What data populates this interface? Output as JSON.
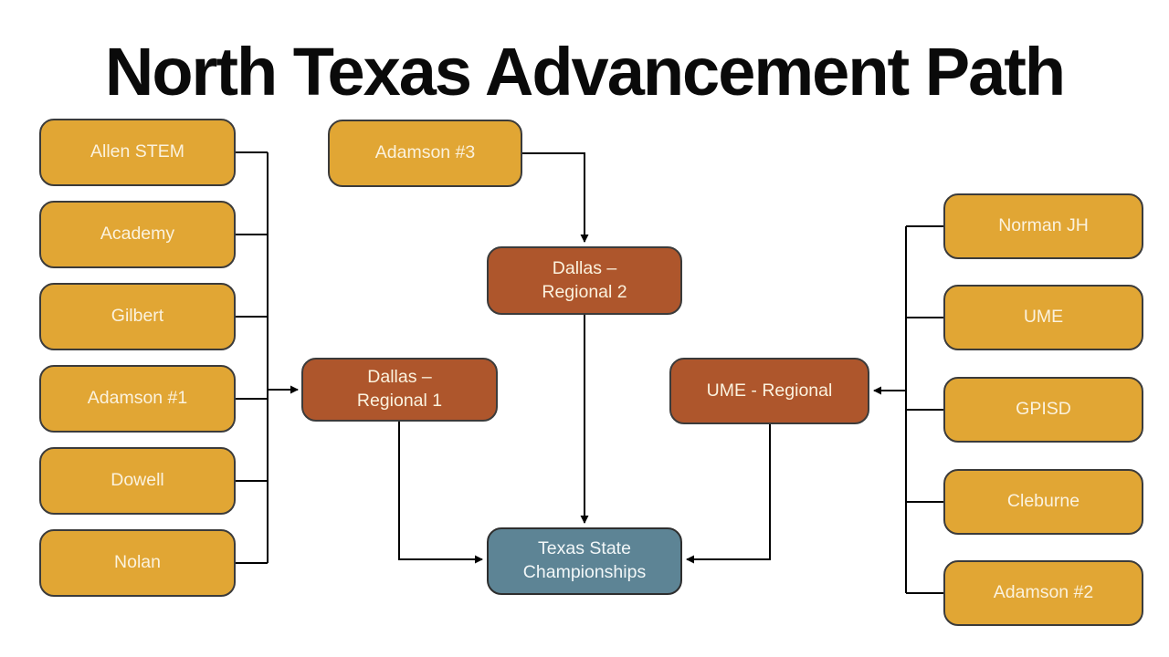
{
  "title": "North Texas Advancement Path",
  "colors": {
    "gold": "#E1A634",
    "rust": "#AE562C",
    "teal": "#5D8495",
    "box-border": "#3B3B3B",
    "line": "#000000",
    "label-warm": "#FBF2DE",
    "label-cool": "#F2F7F8",
    "title-color": "#0A0A0A",
    "background": "#FFFFFF"
  },
  "schools_left": [
    "Allen STEM",
    "Academy",
    "Gilbert",
    "Adamson #1",
    "Dowell",
    "Nolan"
  ],
  "school_top": "Adamson #3",
  "schools_right": [
    "Norman JH",
    "UME",
    "GPISD",
    "Cleburne",
    "Adamson #2"
  ],
  "regionals": {
    "regional1": "Dallas –\nRegional 1",
    "regional2": "Dallas –\nRegional 2",
    "ume": "UME - Regional"
  },
  "championship": "Texas State\nChampionships",
  "connections": [
    {
      "from": "Allen STEM",
      "to": "Dallas – Regional 1"
    },
    {
      "from": "Academy",
      "to": "Dallas – Regional 1"
    },
    {
      "from": "Gilbert",
      "to": "Dallas – Regional 1"
    },
    {
      "from": "Adamson #1",
      "to": "Dallas – Regional 1"
    },
    {
      "from": "Dowell",
      "to": "Dallas – Regional 1"
    },
    {
      "from": "Nolan",
      "to": "Dallas – Regional 1"
    },
    {
      "from": "Adamson #3",
      "to": "Dallas – Regional 2"
    },
    {
      "from": "Norman JH",
      "to": "UME - Regional"
    },
    {
      "from": "UME",
      "to": "UME - Regional"
    },
    {
      "from": "GPISD",
      "to": "UME - Regional"
    },
    {
      "from": "Cleburne",
      "to": "UME - Regional"
    },
    {
      "from": "Adamson #2",
      "to": "UME - Regional"
    },
    {
      "from": "Dallas – Regional 1",
      "to": "Texas State Championships"
    },
    {
      "from": "Dallas – Regional 2",
      "to": "Texas State Championships"
    },
    {
      "from": "UME - Regional",
      "to": "Texas State Championships"
    }
  ]
}
